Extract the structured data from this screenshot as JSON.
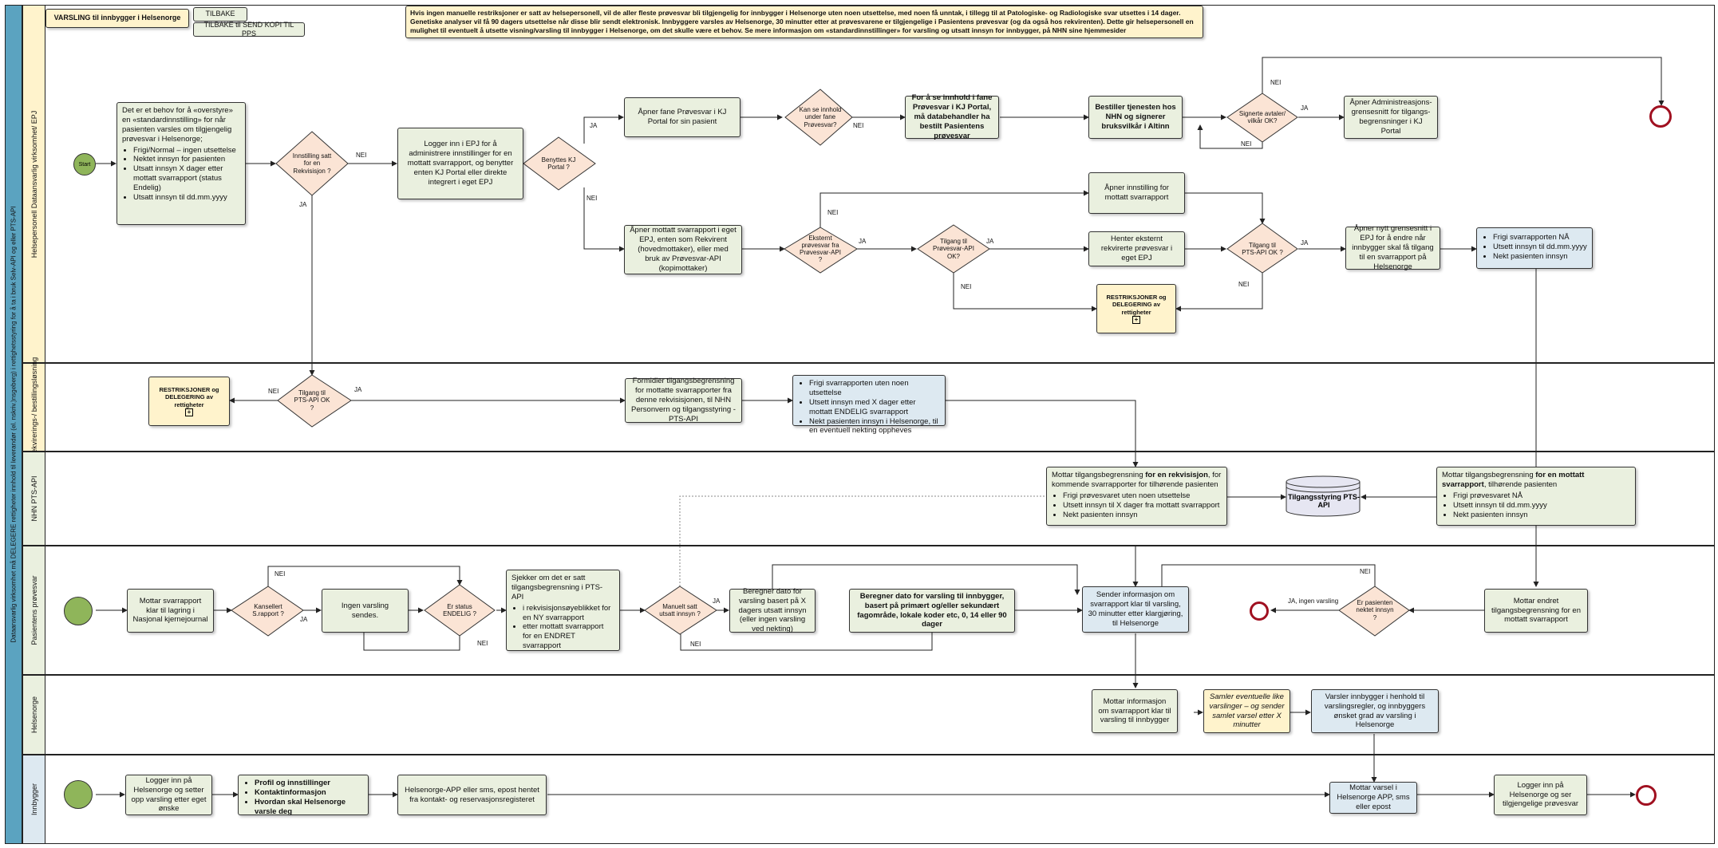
{
  "pool_label": "Dataansvarlig virksomhet må DELEGERE rettigheter innhold til leverandør (el. nskriv.)nsgeberg) i rettighetsstyring for å ta i bruk Selv-API og eller PTS-API",
  "lanes": {
    "hp": "Helsepersonell Dataansvarlig virksomhet/ EPJ",
    "rek": "Rekvirerings-/ bestillingsløsning",
    "nhn": "NHN PTS-API",
    "pas": "Pasientens prøvesvar",
    "hn": "Helsenorge",
    "inn": "Innbygger"
  },
  "header": {
    "title": "VARSLING til innbygger i Helsenorge",
    "back": "TILBAKE",
    "back_copy": "TILBAKE til SEND KOPI TIL PPS",
    "note": "Hvis ingen manuelle restriksjoner er satt av helsepersonell, vil de aller fleste prøvesvar bli tilgjengelig for innbygger i Helsenorge uten noen utsettelse, med noen få unntak, i tillegg til at Patologiske- og Radiologiske svar utsettes i 14 dager. Genetiske analyser vil få 90 dagers utsettelse når disse blir sendt elektronisk. Innbyggere varsles av Helsenorge, 30 minutter etter at prøvesvarene er tilgjengelige i Pasientens prøvesvar (og da også hos rekvirenten). Dette gir helsepersonell en mulighet til eventuelt å utsette visning/varsling til innbygger i Helsenorge, om det skulle være et behov. Se mere informasjon om «standardinnstillinger» for varsling og utsatt innsyn for innbygger, på NHN sine hjemmesider"
  },
  "hp": {
    "start": "Start",
    "need_intro": "Det er et behov for å «overstyre» en «standardinnstilling» for når pasienten varsles om tilgjengelig prøvesvar i Helsenorge;",
    "need_items": [
      "Frigi/Normal – ingen utsettelse",
      "Nektet innsyn for pasienten",
      "Utsatt innsyn X dager etter mottatt svarrapport (status Endelig)",
      "Utsatt innsyn til dd.mm.yyyy"
    ],
    "d_innstilling": "Innstilling satt for en Rekvisisjon ?",
    "login_epj": "Logger inn i EPJ for å administrere innstillinger for en mottatt svarrapport, og benytter enten KJ Portal eller direkte integrert i eget EPJ",
    "d_kj": "Benyttes KJ Portal ?",
    "open_tab": "Åpner fane Prøvesvar i KJ Portal for sin pasient",
    "d_see": "Kan se innhold under fane Prøvesvar?",
    "see_info": "For å se innhold i fane Prøvesvar i KJ Portal, må databehandler ha bestilt Pasientens prøvesvar",
    "order": "Bestiller tjenesten hos NHN og signerer bruksvilkår i Altinn",
    "d_signed": "Signerte avtaler/ vilkår OK?",
    "open_admin": "Åpner Administreasjons-grensesnitt for tilgangs-begrensninger i KJ Portal",
    "open_received": "Åpner mottatt svarrapport i eget EPJ, enten som Rekvirent (hovedmottaker), eller med bruk av Prøvesvar-API (kopimottaker)",
    "d_external": "Eksternt prøvesvar fra Prøvesvar-API ?",
    "d_access_api": "Tilgang til Prøvesvar-API OK?",
    "open_setting": "Åpner innstilling for mottatt svarrapport",
    "fetch_external": "Henter eksternt rekvirerte prøvesvar i eget EPJ",
    "d_pts": "Tilgang til PTS-API OK ?",
    "open_new_ui": "Åpner nytt grensesnitt i EPJ for å endre når innbygger skal få tilgang til en svarrapport på Helsenorge",
    "options": [
      "Frigi svarrapporten NÅ",
      "Utsett innsyn til dd.mm.yyyy",
      "Nekt pasienten innsyn"
    ],
    "restrict1": "RESTRIKSJONER og DELEGERING av rettigheter"
  },
  "rek": {
    "restrict2": "RESTRIKSJONER og DELEGERING av rettigheter",
    "d_pts": "Tilgang til PTS-API OK ?",
    "mediate": "Formidler tilgangsbegrensning for mottatte svarrapporter fra denne rekvisisjonen, til NHN Personvern og tilgangsstyring - PTS-API",
    "options": [
      "Frigi svarrapporten uten noen utsettelse",
      "Utsett innsyn med X dager etter mottatt ENDELIG svarrapport",
      "Nekt pasienten innsyn i Helsenorge, til en eventuell nekting oppheves"
    ]
  },
  "nhn": {
    "recv_req_pre": "Mottar tilgangsbegrensning ",
    "recv_req_bold": "for en rekvisisjon",
    "recv_req_post": ", for kommende svarrapporter for tilhørende pasienten",
    "recv_req_items": [
      "Frigi prøvesvaret uten noen utsettelse",
      "Utsett innsyn til X dager fra mottatt svarrapport",
      "Nekt pasienten innsyn"
    ],
    "db": "Tilgangsstyring PTS-API",
    "recv_ans_pre": "Mottar tilgangsbegrensning ",
    "recv_ans_bold": "for en mottatt svarrapport",
    "recv_ans_post": ", tilhørende pasienten",
    "recv_ans_items": [
      "Frigi prøvesvaret NÅ",
      "Utsett innsyn til dd.mm.yyyy",
      "Nekt pasienten innsyn"
    ]
  },
  "pas": {
    "receive": "Mottar svarrapport klar til lagring i Nasjonal kjernejournal",
    "d_cancel": "Kansellert S.rapport ?",
    "no_notify": "Ingen varsling sendes.",
    "d_final": "Er status ENDELIG ?",
    "check_intro": "Sjekker om det er satt tilgangsbegrensning i PTS-API",
    "check_items": [
      "i rekvisisjonsøyeblikket for en NY svarrapport",
      "etter mottatt svarrapport for en ENDRET svarrapport"
    ],
    "d_manual": "Manuelt satt utsatt innsyn ?",
    "calc_x": "Beregner dato for varsling basert på X dagers utsatt innsyn (eller ingen varsling ved nekting)",
    "calc_default": "Beregner dato for varsling til innbygger, basert på primært og/eller sekundært fagområde, lokale koder etc, 0, 14 eller 90 dager",
    "send": "Sender informasjon om svarrapport klar til varsling, 30 minutter etter klargjøring, til Helsenorge",
    "d_denied": "Er pasienten nektet innsyn ?",
    "receive_changed": "Mottar endret tilgangsbegrensning for en mottatt svarrapport",
    "ja_no_notify": "JA, ingen varsling"
  },
  "hn": {
    "receive_info": "Mottar informasjon om svarrapport klar til varsling til innbygger",
    "collect": "Samler eventuelle like varslinger – og sender samlet varsel etter X minutter",
    "notify": "Varsler innbygger i henhold til varslingsregler, og innbyggers ønsket grad av varsling i Helsenorge"
  },
  "inn": {
    "login": "Logger inn på Helsenorge og setter opp varsling etter eget ønske",
    "profile_items": [
      "Profil og innstillinger",
      "Kontaktinformasjon",
      "Hvordan skal Helsenorge varsle deg"
    ],
    "app": "Helsenorge-APP eller sms, epost hentet fra kontakt- og reservasjonsregisteret",
    "receive": "Mottar varsel i Helsenorge APP, sms eller epost",
    "login_see": "Logger inn på Helsenorge og ser tilgjengelige prøvesvar"
  },
  "labels": {
    "ja": "JA",
    "nei": "NEI"
  }
}
